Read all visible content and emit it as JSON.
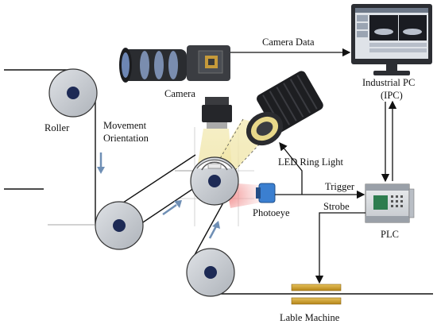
{
  "labels": {
    "camera_data": "Camera Data",
    "camera": "Camera",
    "roller": "Roller",
    "movement_line1": "Movement",
    "movement_line2": "Orientation",
    "led_ring_light": "LED Ring Light",
    "industrial_pc_line1": "Industrial PC",
    "industrial_pc_line2": "(IPC)",
    "trigger": "Trigger",
    "strobe": "Strobe",
    "photoeye": "Photoeye",
    "plc": "PLC",
    "label_machine": "Lable Machine"
  },
  "colors": {
    "roller_fill": "#c9ccd1",
    "roller_core": "#1d2a55",
    "line": "#111111",
    "arrow_blue": "#6f8fb5",
    "light_beam": "#f1e7a8",
    "photoeye_beam": "#f2a0a0",
    "photoeye_body": "#3b7fd0",
    "label_machine_bar": "#c89a2a"
  }
}
